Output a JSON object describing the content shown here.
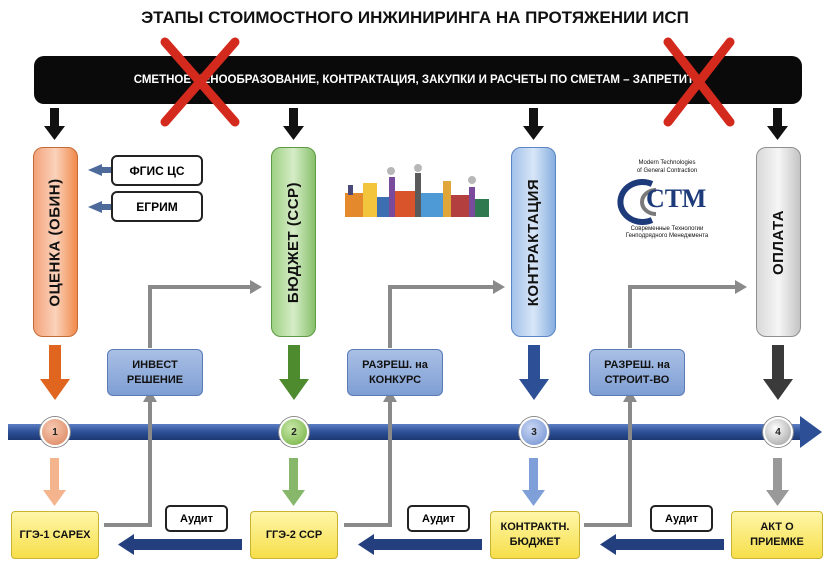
{
  "title": "ЭТАПЫ СТОИМОСТНОГО ИНЖИНИРИНГА НА ПРОТЯЖЕНИИ ИСП",
  "banner": "СМЕТНОЕ ЦЕНООБРАЗОВАНИЕ, КОНТРАКТАЦИЯ, ЗАКУПКИ И РАСЧЕТЫ ПО СМЕТАМ – ЗАПРЕТИТЬ",
  "stages": [
    {
      "label": "ОЦЕНКА (ОБИН)",
      "number": "1",
      "result": "ГГЭ-1 CAPEX",
      "color": "#f08a4b"
    },
    {
      "label": "БЮДЖЕТ (ССР)",
      "number": "2",
      "result": "ГГЭ-2 ССР",
      "color": "#86c06a"
    },
    {
      "label": "КОНТРАКТАЦИЯ",
      "number": "3",
      "result": "КОНТРАКТН. БЮДЖЕТ",
      "color": "#86aee0"
    },
    {
      "label": "ОПЛАТА",
      "number": "4",
      "result": "АКТ О ПРИЕМКЕ",
      "color": "#cfcfcf"
    }
  ],
  "references": [
    "ФГИС ЦС",
    "ЕГРИМ"
  ],
  "permissions": [
    "ИНВЕСТ РЕШЕНИЕ",
    "РАЗРЕШ. на КОНКУРС",
    "РАЗРЕШ. на СТРОИТ-ВО"
  ],
  "audit_label": "Аудит",
  "logo": {
    "line1": "Modern Technologies",
    "line2": "of General Contraction",
    "mark": "СТМ",
    "line3": "Современные Технологии",
    "line4": "Генподрядного Менеджмента"
  },
  "colors": {
    "timeline": "#2c4f96",
    "cross": "#d42a1e"
  }
}
